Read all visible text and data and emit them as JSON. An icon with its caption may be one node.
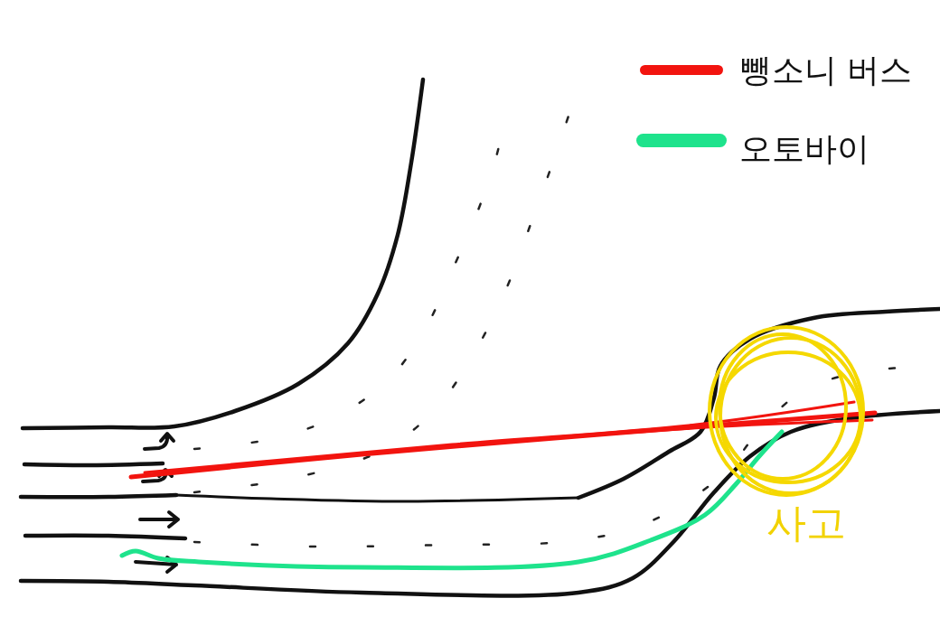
{
  "diagram": {
    "labels": [
      "사고"
    ],
    "legend": [
      {
        "text": "뺑소니 버스",
        "color": "#f2140f"
      },
      {
        "text": "오토바이",
        "color": "#1ee38c"
      }
    ]
  }
}
